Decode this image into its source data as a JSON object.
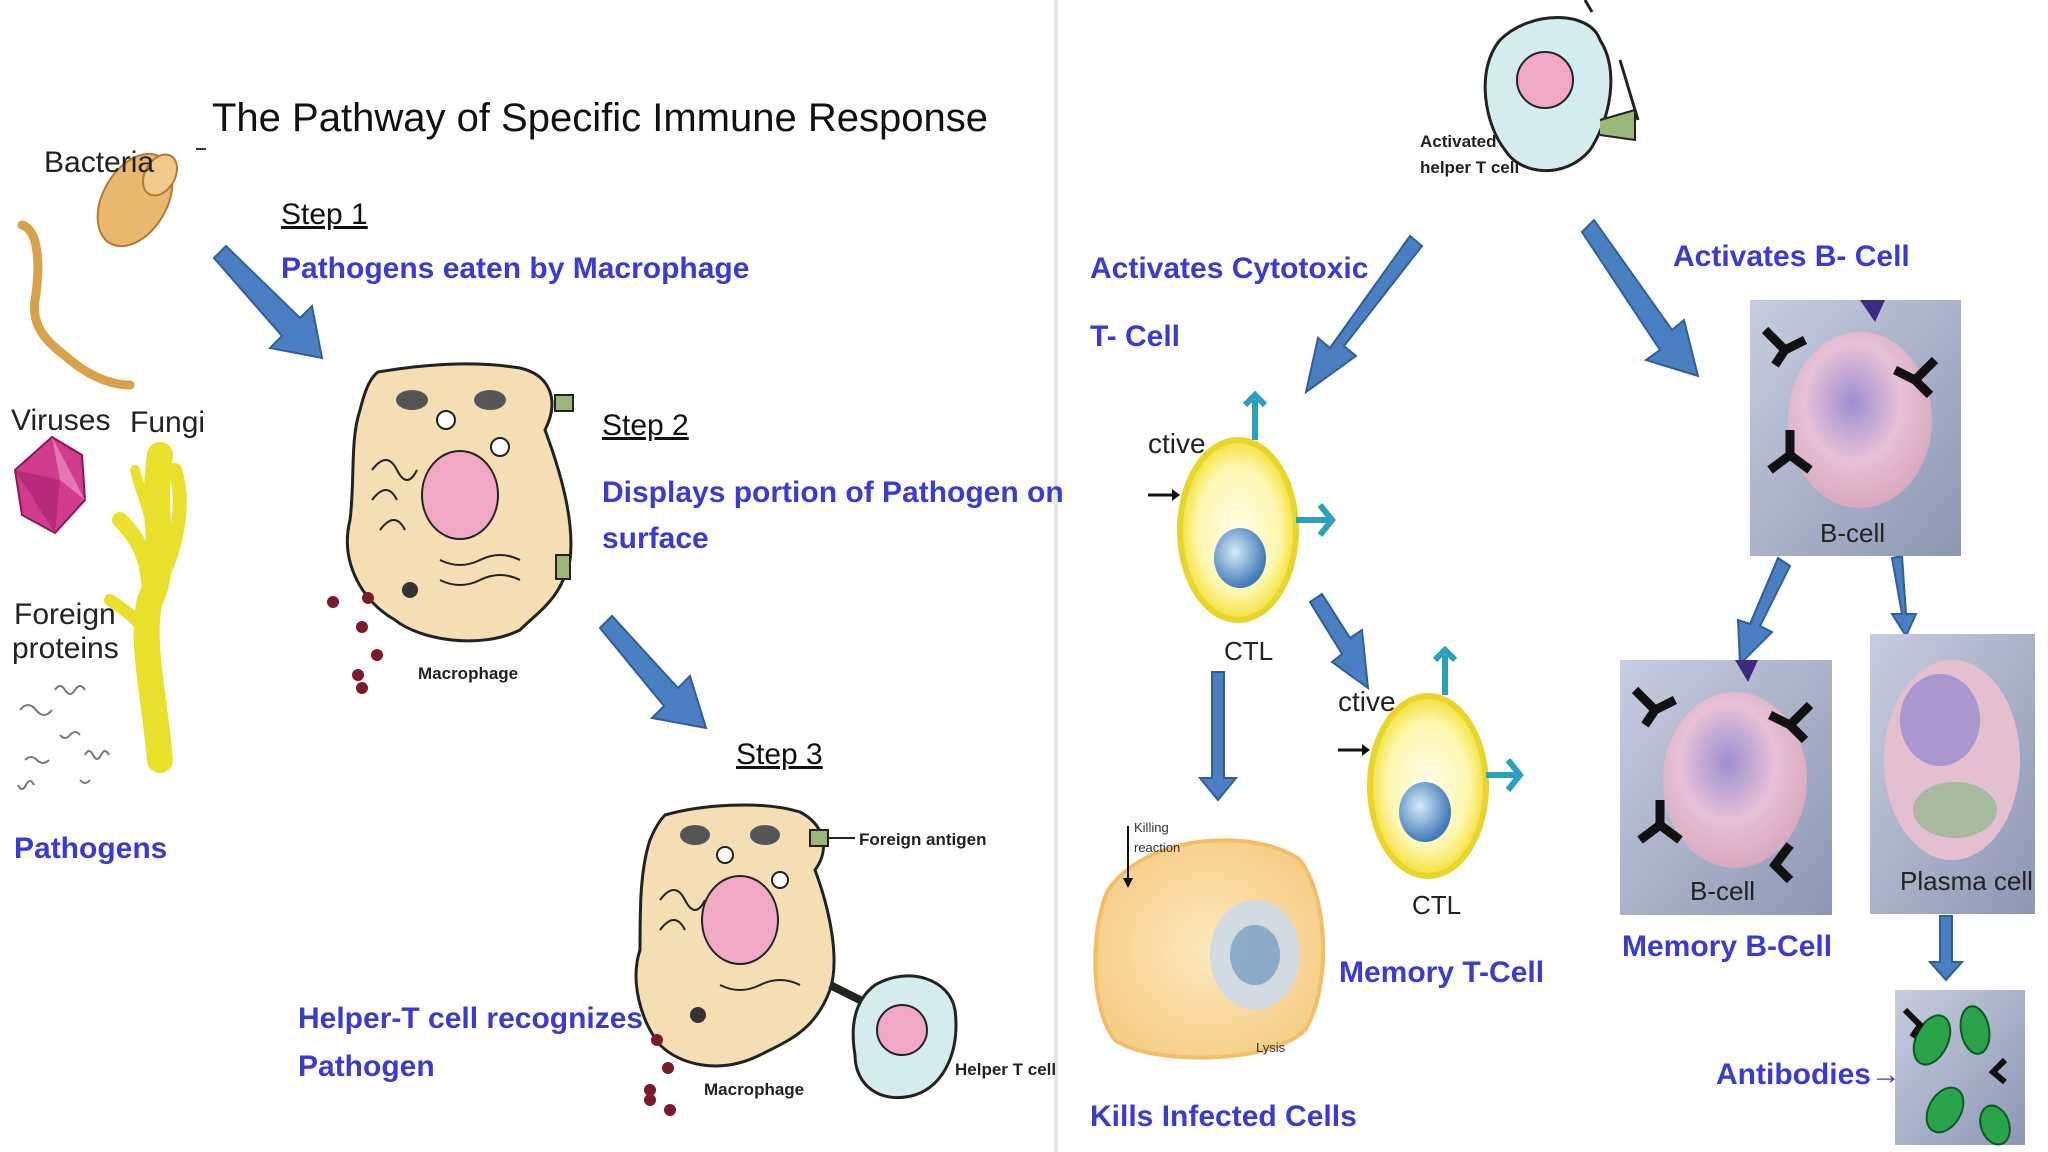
{
  "title": "The Pathway of Specific Immune Response",
  "left": {
    "pathogen_labels": {
      "bacteria": "Bacteria",
      "viruses": "Viruses",
      "fungi": "Fungi",
      "foreign_proteins_line1": "Foreign",
      "foreign_proteins_line2": "proteins"
    },
    "pathogens_caption": "Pathogens",
    "step1": {
      "heading": "Step 1",
      "text": "Pathogens eaten by Macrophage"
    },
    "step2": {
      "heading": "Step 2",
      "text_line1": "Displays portion of Pathogen on",
      "text_line2": "surface"
    },
    "step3": {
      "heading": "Step 3",
      "text_line1": "Helper-T cell recognizes",
      "text_line2": "Pathogen"
    },
    "macrophage_label_1": "Macrophage",
    "macrophage_label_2": "Macrophage",
    "foreign_antigen_label": "Foreign antigen",
    "helper_t_label": "Helper T cell"
  },
  "right": {
    "activated_helper_line1": "Activated",
    "activated_helper_line2": "helper T cell",
    "activates_cytotoxic_line1": "Activates  Cytotoxic",
    "activates_cytotoxic_line2": "T- Cell",
    "activates_bcell": "Activates B- Cell",
    "ctl_active_1": "ctive",
    "ctl_label_1": "CTL",
    "ctl_active_2": "ctive",
    "ctl_label_2": "CTL",
    "killing_reaction_line1": "Killing",
    "killing_reaction_line2": "reaction",
    "lysis": "Lysis",
    "kills_infected": "Kills Infected Cells",
    "memory_t": "Memory T-Cell",
    "bcell_label_top": "B-cell",
    "bcell_label_memory": "B-cell",
    "plasma_cell_label": "Plasma cell",
    "memory_b": "Memory B-Cell",
    "antibodies": "Antibodies→"
  },
  "colors": {
    "arrow_blue": "#4a7fc1",
    "label_blue": "#3a3ad6",
    "macrophage_fill": "#f3dfb3",
    "nucleus_pink": "#f0a8c4",
    "ctl_yellow": "#f2e23a",
    "bcell_bg": "#a8b0c4",
    "virus_magenta": "#d23c8c",
    "fungi_yellow": "#e8e02a"
  }
}
